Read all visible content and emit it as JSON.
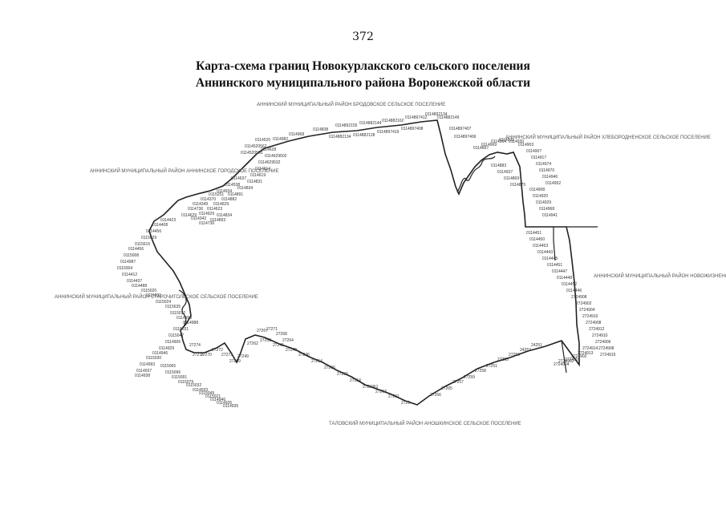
{
  "page_number": "372",
  "title": {
    "line1": "Карта-схема границ Новокурлакского сельского поселения",
    "line2": "Аннинского муниципального района Воронежской области"
  },
  "neighbors": {
    "north": "АННИНСКИЙ МУНИЦИПАЛЬНЫЙ РАЙОН БРОДОВСКОЕ СЕЛЬСКОЕ ПОСЕЛЕНИЕ",
    "northwest": "АННИНСКИЙ МУНИЦИПАЛЬНЫЙ РАЙОН АННИНСКОЕ ГОРОДСКОЕ ПОСЕЛЕНИЕ",
    "west": "АННИНСКИЙ МУНИЦИПАЛЬНЫЙ РАЙОН СТАРОЧИГОЛЬСКОЕ СЕЛЬСКОЕ ПОСЕЛЕНИЕ",
    "northeast": "АННИНСКИЙ МУНИЦИПАЛЬНЫЙ РАЙОН ХЛЕБОРОДНЕНСКОЕ СЕЛЬСКОЕ ПОСЕЛЕНИЕ",
    "east": "АННИНСКИЙ МУНИЦИПАЛЬНЫЙ РАЙОН НОВОЖИЗНЕНСКОЕ СЕЛЬСКОЕ ПОСЕЛЕНИЕ",
    "south": "ТАЛОВСКИЙ МУНИЦИПАЛЬНЫЙ РАЙОН АНОШКИНСКОЕ СЕЛЬСКОЕ ПОСЕЛЕНИЕ"
  },
  "boundary_points": {
    "north": [
      "0114982",
      "0114968",
      "0114838",
      "0114892155",
      "0114882144",
      "0114882162",
      "0114897412",
      "0114892134",
      "0114882149",
      "0114882134",
      "0114882128",
      "0114897419",
      "0114897408",
      "0114897407",
      "0114897406"
    ],
    "northwest": [
      "0114520",
      "0114520562",
      "0114520563",
      "0114628",
      "0114629502",
      "0114629532",
      "0114614",
      "0114619",
      "0114831",
      "0114834",
      "0114891",
      "0114882",
      "0114629",
      "0114623",
      "0114929",
      "0114637",
      "0114538",
      "0114934",
      "0115251",
      "0114370",
      "0114349",
      "0114736",
      "0114629",
      "0114342",
      "0114736",
      "0114893",
      "0114834"
    ],
    "west": [
      "0114423",
      "0114408",
      "0114456",
      "0115629",
      "0115615",
      "0114456",
      "0115008",
      "0114987",
      "0115004",
      "0114412",
      "0114437",
      "0114488",
      "0115020",
      "0115031",
      "0115024",
      "0115635",
      "0115012",
      "0114993",
      "0114988",
      "0115031",
      "0115047",
      "0114906",
      "0114929",
      "0114946",
      "0115030",
      "0114993",
      "0114937",
      "0114938",
      "0115065",
      "0115096",
      "0115091",
      "0115079",
      "0115032",
      "0114933",
      "0115049",
      "0115021",
      "0114946",
      "0114935",
      "0114935"
    ],
    "northeast": [
      "0114897",
      "0114969",
      "0114964",
      "0114921",
      "0114930",
      "0114903",
      "0114907",
      "0114917",
      "0114974",
      "0114970",
      "0114946",
      "0114952",
      "0114908",
      "0114920",
      "0114929",
      "0114968",
      "0114941",
      "0114883",
      "0114937",
      "0114869",
      "0114875"
    ],
    "east": [
      "0114451",
      "0114450",
      "0114453",
      "0114443",
      "0114445",
      "0114451",
      "0114447",
      "0114448",
      "0114452",
      "0114446",
      "2724908",
      "2724902",
      "2724904",
      "2724910",
      "2724908",
      "2724912",
      "2724910",
      "2724906",
      "2724908",
      "2724915",
      "2724914",
      "2724913",
      "2724902",
      "2724901",
      "2724902",
      "2724904"
    ],
    "south": [
      "2725",
      "27261",
      "27263",
      "2725961",
      "27254",
      "27255",
      "27256",
      "27254",
      "27246",
      "27240",
      "27241",
      "27252",
      "27262",
      "27249",
      "27269",
      "27273",
      "27272",
      "27270",
      "27275",
      "27274",
      "27267",
      "27271",
      "27268",
      "27264",
      "27266",
      "27265",
      "27257",
      "27259",
      "27258",
      "27251",
      "27253",
      "27250",
      "24252",
      "24251"
    ]
  },
  "colors": {
    "line": "#222222",
    "text": "#333333",
    "neighbor_text": "#555555"
  }
}
